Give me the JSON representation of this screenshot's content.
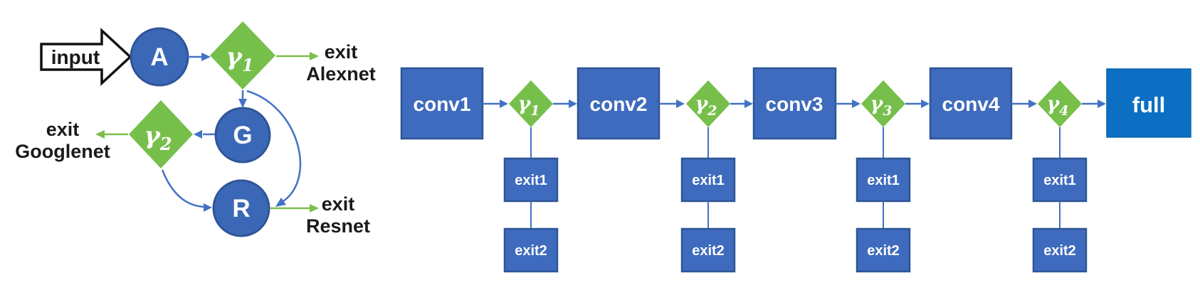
{
  "colors": {
    "node_blue": "#3B68B6",
    "node_border": "#2F5597",
    "box_blue": "#3E6BBD",
    "box_border": "#2E5596",
    "full_blue": "#0C6FC4",
    "diamond_green": "#76BF4B",
    "arrow_blue": "#4472C4",
    "arrow_green": "#7CBF4B",
    "input_fill": "#FFFFFF",
    "input_outline": "#111111",
    "label_dark": "#1A1A1A",
    "label_light": "#FFFFFF"
  },
  "left_diagram": {
    "input_label": "input",
    "node_a": "A",
    "node_g": "G",
    "node_r": "R",
    "gamma1": {
      "symbol": "γ",
      "sub": "1"
    },
    "gamma2": {
      "symbol": "γ",
      "sub": "2"
    },
    "exit_alexnet": {
      "line1": "exit",
      "line2": "Alexnet"
    },
    "exit_googlenet": {
      "line1": "exit",
      "line2": "Googlenet"
    },
    "exit_resnet": {
      "line1": "exit",
      "line2": "Resnet"
    }
  },
  "right_diagram": {
    "full_label": "full",
    "columns": [
      {
        "conv": "conv1",
        "gamma": {
          "symbol": "γ",
          "sub": "1"
        },
        "exit1": "exit1",
        "exit2": "exit2"
      },
      {
        "conv": "conv2",
        "gamma": {
          "symbol": "γ",
          "sub": "2"
        },
        "exit1": "exit1",
        "exit2": "exit2"
      },
      {
        "conv": "conv3",
        "gamma": {
          "symbol": "γ",
          "sub": "3"
        },
        "exit1": "exit1",
        "exit2": "exit2"
      },
      {
        "conv": "conv4",
        "gamma": {
          "symbol": "γ",
          "sub": "4"
        },
        "exit1": "exit1",
        "exit2": "exit2"
      }
    ]
  }
}
